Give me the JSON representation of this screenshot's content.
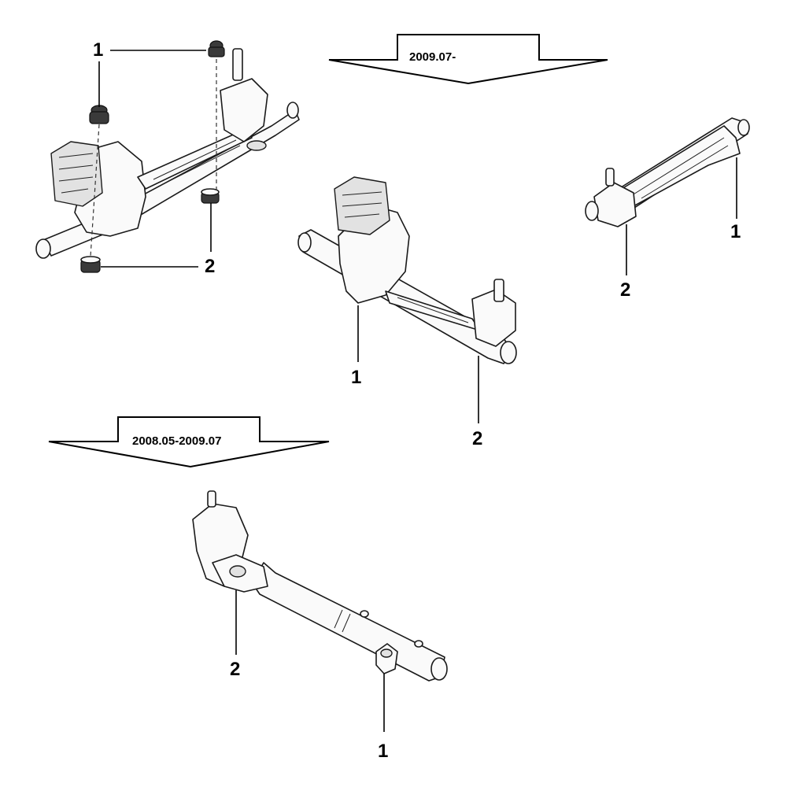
{
  "banners": {
    "top_label": "2009.07-",
    "bottom_label": "2008.05-2009.07"
  },
  "callouts": {
    "a1": "1",
    "a2": "2",
    "b1": "1",
    "b2": "2",
    "c1": "1",
    "c2": "2",
    "d1": "1",
    "d2": "2"
  }
}
